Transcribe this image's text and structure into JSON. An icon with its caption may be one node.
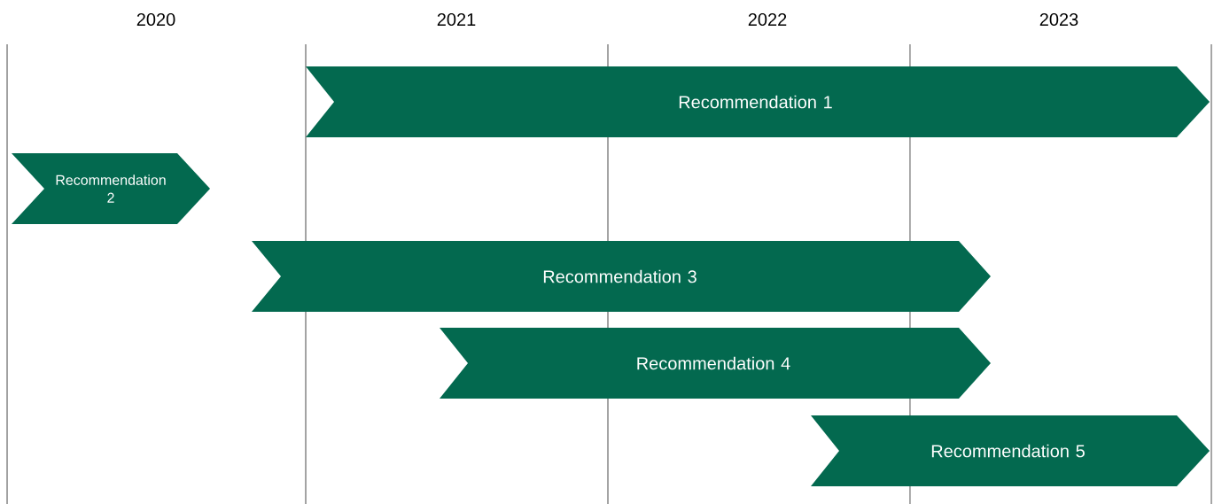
{
  "diagram": {
    "nodes": [
      {
        "text": [
          "Recommendation 1"
        ]
      },
      {
        "text": [
          "Recommendation 2"
        ]
      },
      {
        "text": [
          "Recommendation 3"
        ]
      },
      {
        "text": [
          "Recommendation 4"
        ]
      },
      {
        "text": [
          "Recommendation 5"
        ]
      }
    ],
    "labels": [
      "2020",
      "2021",
      "2022",
      "2023"
    ]
  }
}
